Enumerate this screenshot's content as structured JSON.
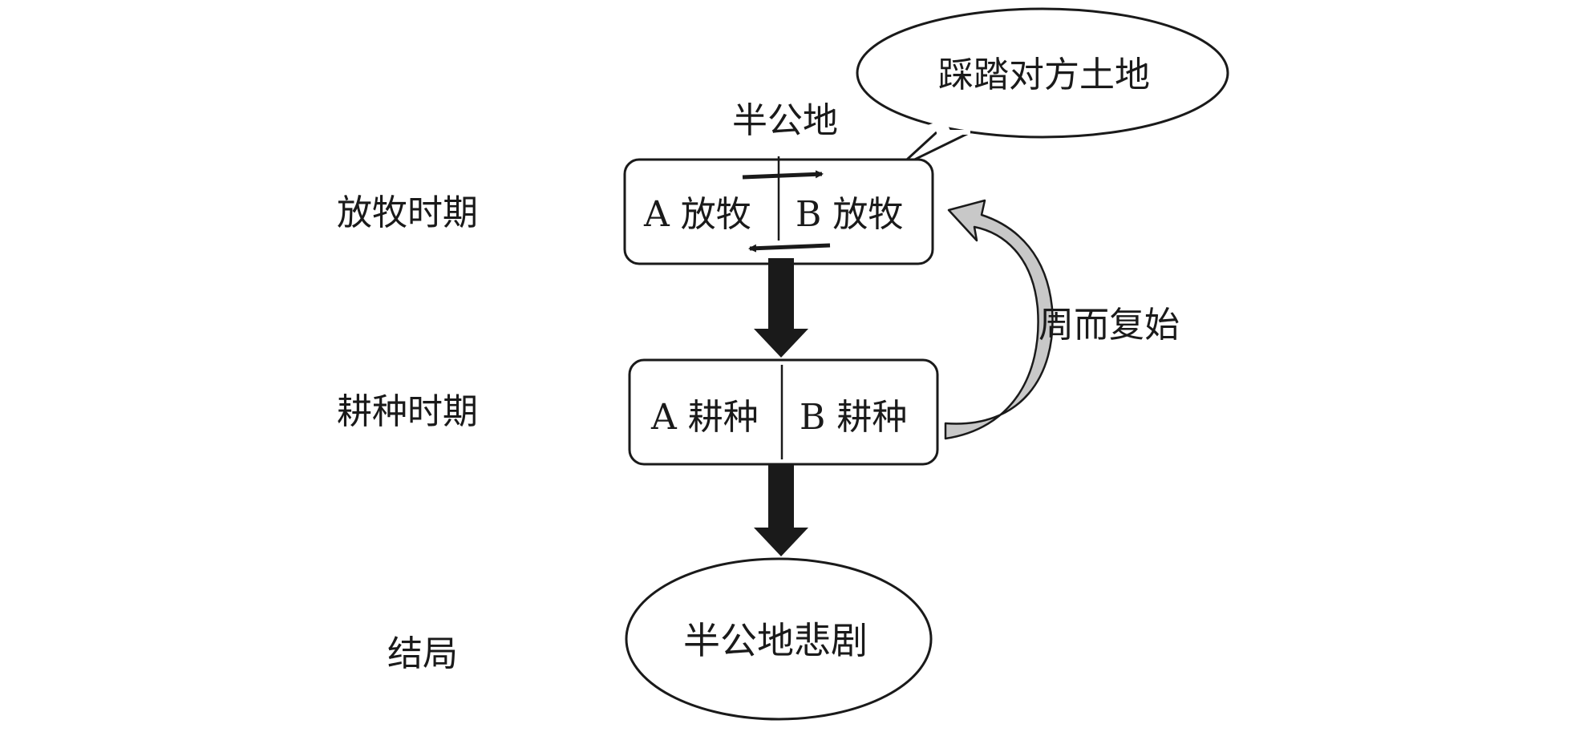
{
  "diagram": {
    "top_label": "半公地",
    "bubble_text": "踩踏对方土地",
    "cycle_label": "周而复始",
    "stages": [
      {
        "period": "放牧时期",
        "left": "A 放牧",
        "right": "B 放牧"
      },
      {
        "period": "耕种时期",
        "left": "A 耕种",
        "right": "B 耕种"
      }
    ],
    "outcome": {
      "period": "结局",
      "text": "半公地悲剧"
    },
    "colors": {
      "stroke": "#1a1a1a",
      "cycle_arrow_fill": "#c8c8c8",
      "background": "#ffffff"
    }
  }
}
